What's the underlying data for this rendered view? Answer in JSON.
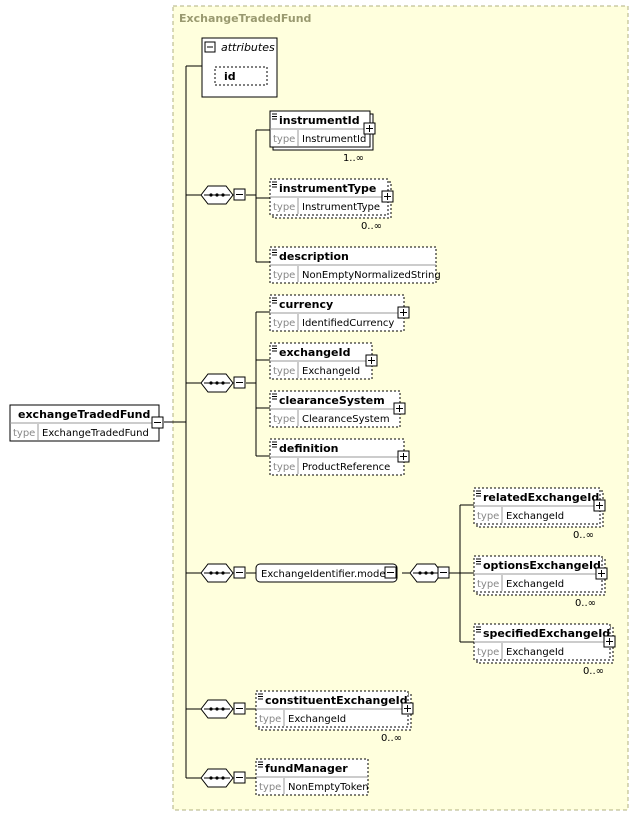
{
  "type_label": "type",
  "container": {
    "title": "ExchangeTradedFund"
  },
  "root": {
    "name": "exchangeTradedFund",
    "type": "ExchangeTradedFund"
  },
  "attributes": {
    "header": "attributes",
    "items": [
      "id"
    ]
  },
  "elements": {
    "instrumentId": {
      "name": "instrumentId",
      "type": "InstrumentId",
      "cardinality": "1..∞"
    },
    "instrumentType": {
      "name": "instrumentType",
      "type": "InstrumentType",
      "cardinality": "0..∞"
    },
    "description": {
      "name": "description",
      "type": "NonEmptyNormalizedString"
    },
    "currency": {
      "name": "currency",
      "type": "IdentifiedCurrency"
    },
    "exchangeId": {
      "name": "exchangeId",
      "type": "ExchangeId"
    },
    "clearanceSystem": {
      "name": "clearanceSystem",
      "type": "ClearanceSystem"
    },
    "definition": {
      "name": "definition",
      "type": "ProductReference"
    },
    "relatedExchangeId": {
      "name": "relatedExchangeId",
      "type": "ExchangeId",
      "cardinality": "0..∞"
    },
    "optionsExchangeId": {
      "name": "optionsExchangeId",
      "type": "ExchangeId",
      "cardinality": "0..∞"
    },
    "specifiedExchangeId": {
      "name": "specifiedExchangeId",
      "type": "ExchangeId",
      "cardinality": "0..∞"
    },
    "constituentExchangeId": {
      "name": "constituentExchangeId",
      "type": "ExchangeId",
      "cardinality": "0..∞"
    },
    "fundManager": {
      "name": "fundManager",
      "type": "NonEmptyToken"
    }
  },
  "group": {
    "name": "ExchangeIdentifier.model"
  },
  "colors": {
    "container_fill": "#ffffdd",
    "container_border": "#b0b080",
    "line": "#000000"
  }
}
